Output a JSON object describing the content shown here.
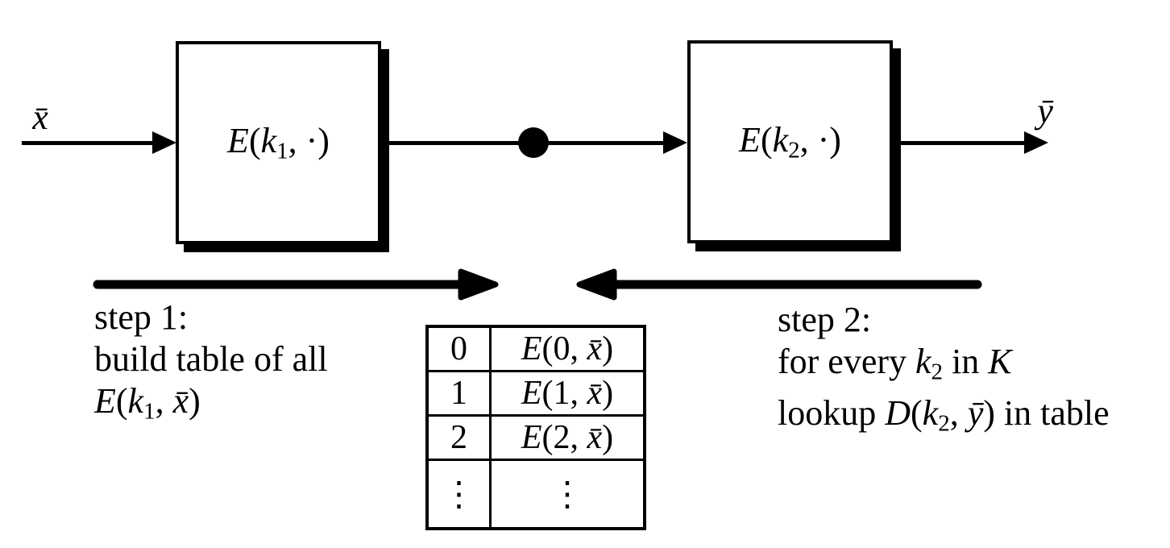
{
  "colors": {
    "ink": "#000000",
    "background": "#ffffff"
  },
  "diagram": {
    "input_label": "x̄",
    "output_label": "ȳ",
    "box1": {
      "label": [
        {
          "t": "E",
          "it": 1
        },
        {
          "t": "("
        },
        {
          "t": "k",
          "it": 1
        },
        {
          "t": "1",
          "sub": 1
        },
        {
          "t": ", ·)"
        }
      ]
    },
    "box2": {
      "label": [
        {
          "t": "E",
          "it": 1
        },
        {
          "t": "("
        },
        {
          "t": "k",
          "it": 1
        },
        {
          "t": "2",
          "sub": 1
        },
        {
          "t": ", ·)"
        }
      ]
    },
    "step1": {
      "title": "step 1:",
      "line2": "build table of all",
      "line3": [
        {
          "t": "E",
          "it": 1
        },
        {
          "t": "("
        },
        {
          "t": "k",
          "it": 1
        },
        {
          "t": "1",
          "sub": 1
        },
        {
          "t": ", "
        },
        {
          "t": "x̄",
          "it": 1
        },
        {
          "t": ")"
        }
      ]
    },
    "step2": {
      "title": "step 2:",
      "line2": [
        {
          "t": "for every "
        },
        {
          "t": "k",
          "it": 1
        },
        {
          "t": "2",
          "sub": 1
        },
        {
          "t": " in "
        },
        {
          "t": "K",
          "cal": 1
        }
      ],
      "line3": [
        {
          "t": "lookup "
        },
        {
          "t": "D",
          "it": 1
        },
        {
          "t": "("
        },
        {
          "t": "k",
          "it": 1
        },
        {
          "t": "2",
          "sub": 1
        },
        {
          "t": ", "
        },
        {
          "t": "ȳ",
          "it": 1
        },
        {
          "t": ") in table"
        }
      ]
    },
    "table": {
      "rows": [
        {
          "key": "0",
          "value": [
            {
              "t": "E",
              "it": 1
            },
            {
              "t": "(0, "
            },
            {
              "t": "x̄",
              "it": 1
            },
            {
              "t": ")"
            }
          ]
        },
        {
          "key": "1",
          "value": [
            {
              "t": "E",
              "it": 1
            },
            {
              "t": "(1, "
            },
            {
              "t": "x̄",
              "it": 1
            },
            {
              "t": ")"
            }
          ]
        },
        {
          "key": "2",
          "value": [
            {
              "t": "E",
              "it": 1
            },
            {
              "t": "(2, "
            },
            {
              "t": "x̄",
              "it": 1
            },
            {
              "t": ")"
            }
          ]
        },
        {
          "key": "⋮",
          "value": [
            {
              "t": "⋮"
            }
          ]
        }
      ]
    }
  }
}
